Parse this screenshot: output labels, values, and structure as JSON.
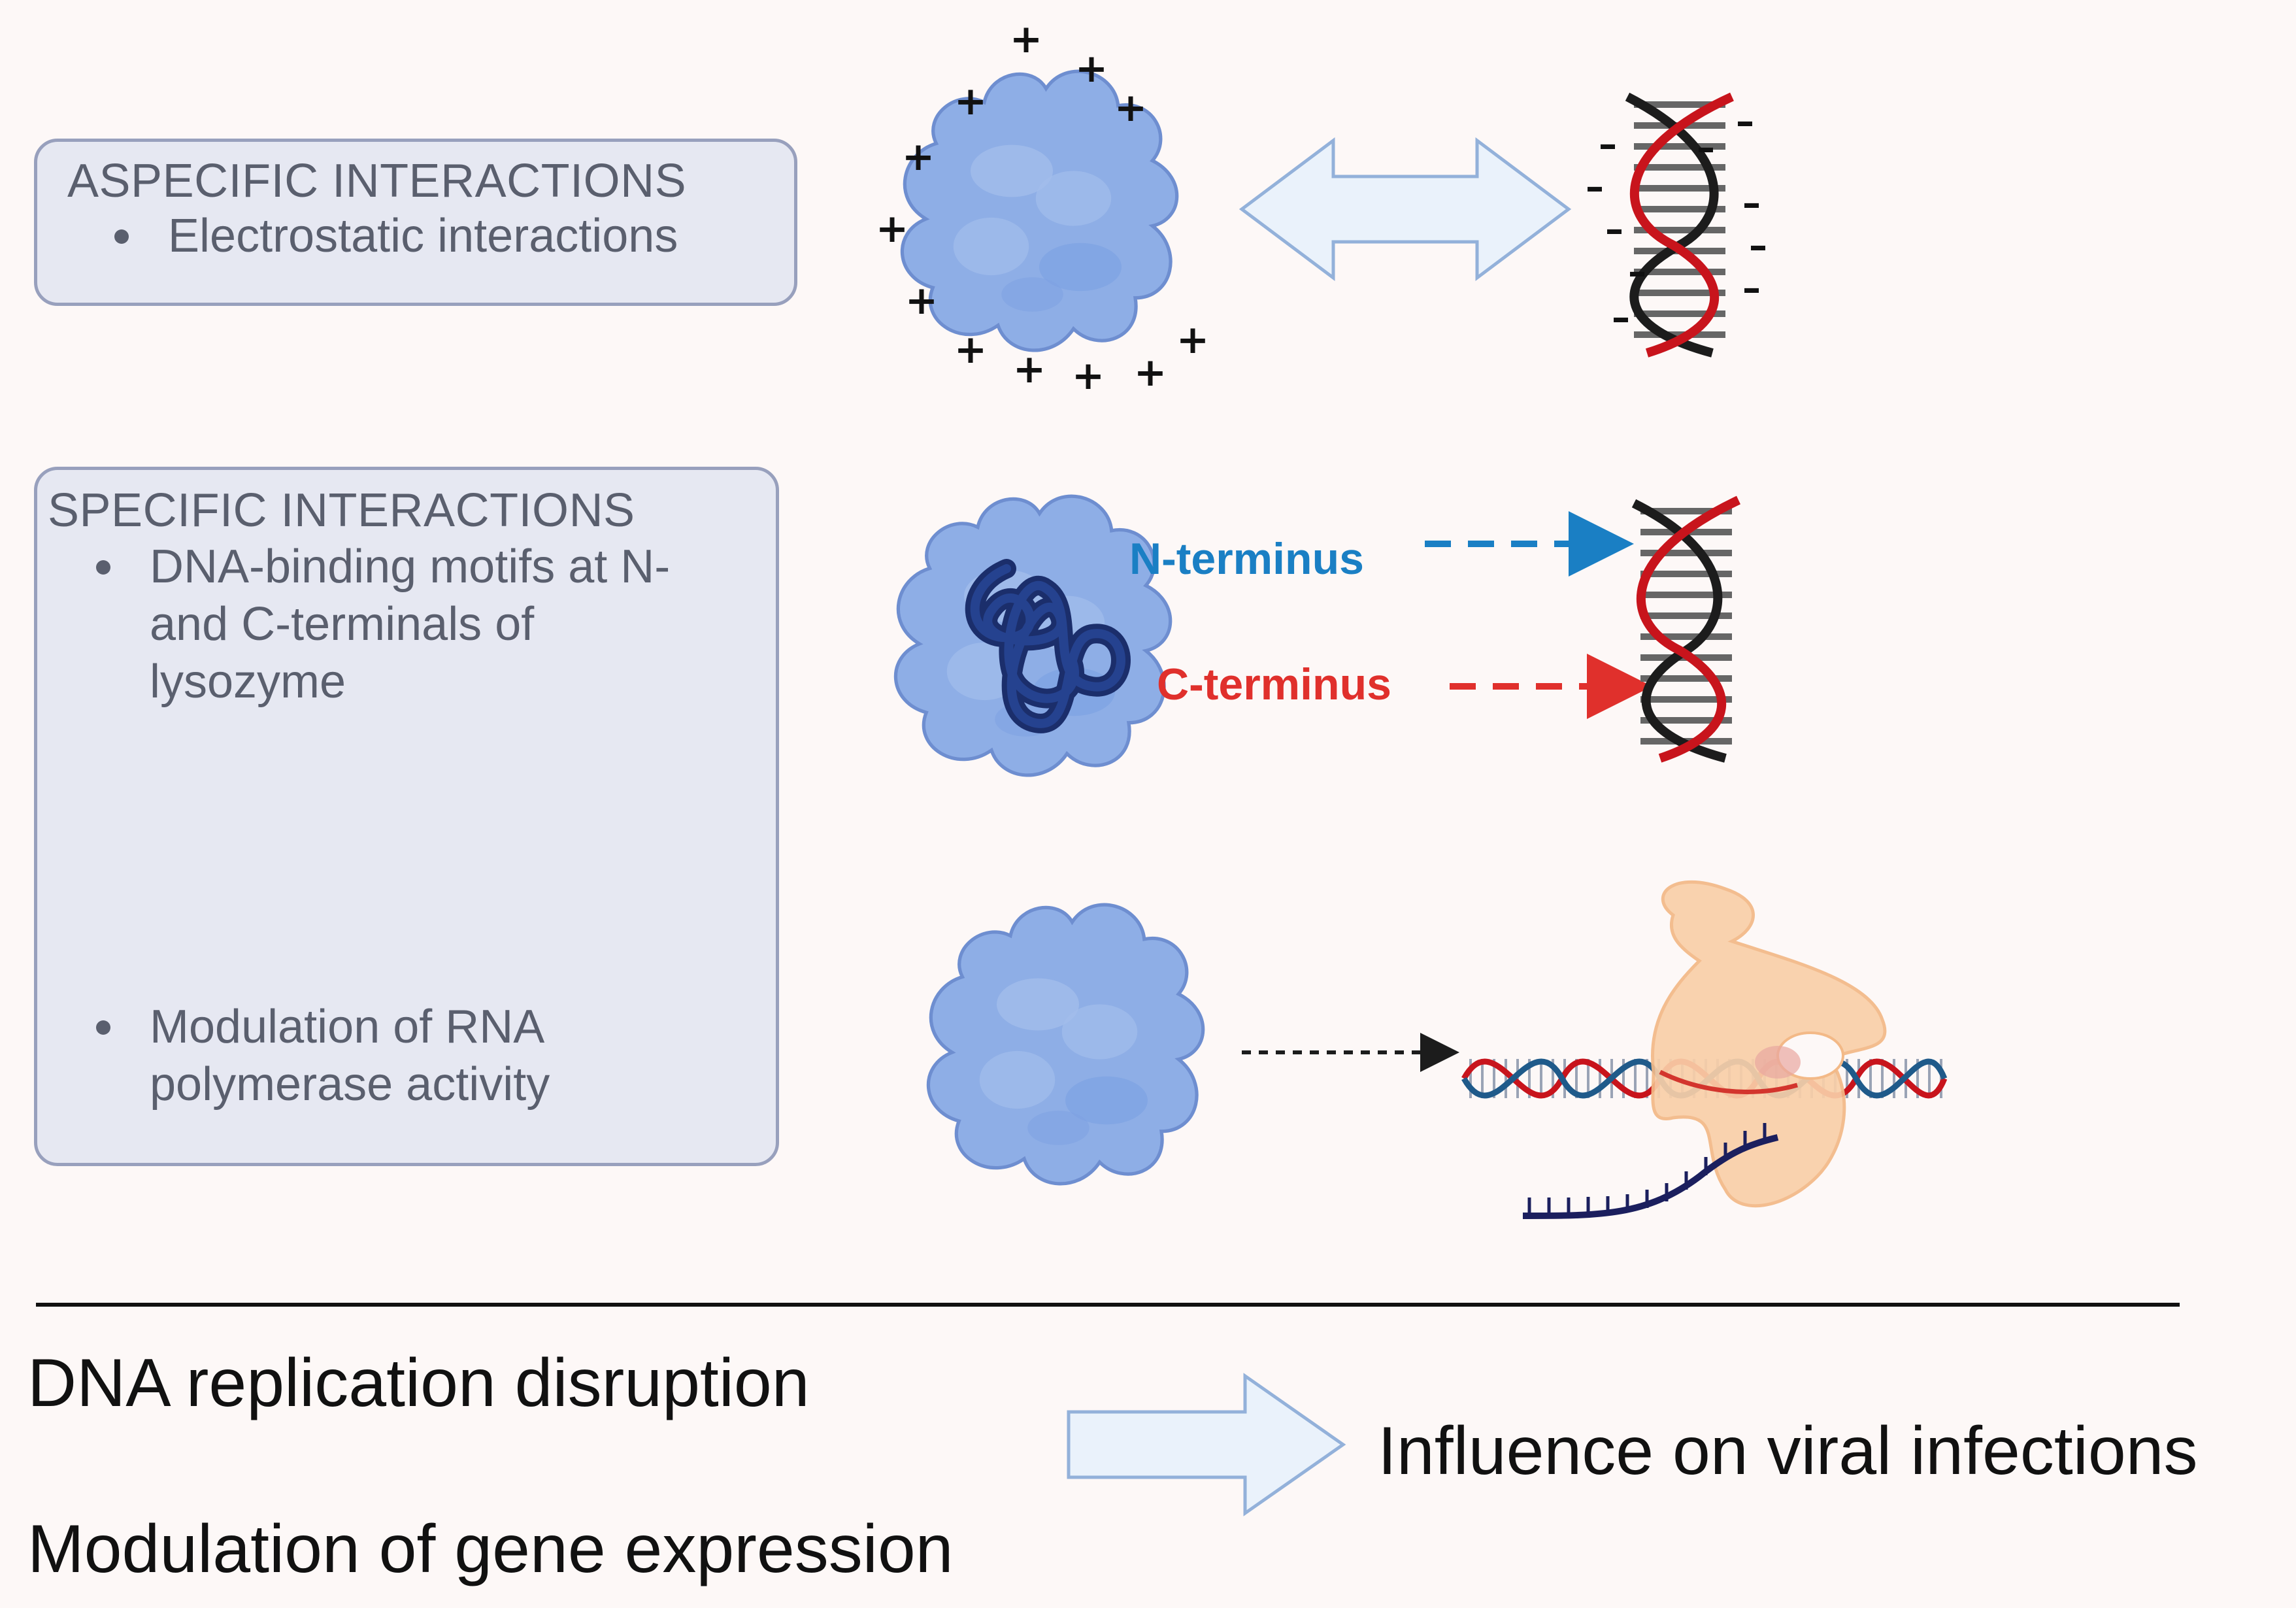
{
  "aspecific_panel": {
    "title": "ASPECIFIC INTERACTIONS",
    "bullet": "Electrostatic interactions"
  },
  "specific_panel": {
    "title": "SPECIFIC INTERACTIONS",
    "bullets": [
      "DNA-binding motifs at N-\nand C-terminals of\nlysozyme",
      "Modulation of RNA\npolymerase activity"
    ]
  },
  "labels": {
    "n_terminus": "N-terminus",
    "c_terminus": "C-terminus"
  },
  "charges": {
    "positive": "+",
    "negative": "–"
  },
  "outcomes": {
    "left_top": "DNA replication disruption",
    "left_bottom": "Modulation of gene expression",
    "right": "Influence on viral infections"
  },
  "colors": {
    "panel_fill": "#e6e8f2",
    "panel_border": "#98a0bd",
    "protein": "#8eaee6",
    "n_terminus": "#1a7fc4",
    "c_terminus": "#e0302c",
    "dna_strand_red": "#c8141c",
    "dna_strand_black": "#1c1c1c",
    "polymerase": "#f9cfa8"
  }
}
